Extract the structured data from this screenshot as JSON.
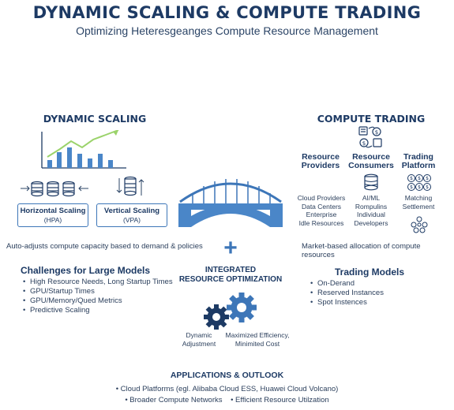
{
  "header": {
    "title": "DYNAMIC SCALING & COMPUTE TRADING",
    "subtitle": "Optimizing Heteresgeanges Compute Resource Management"
  },
  "dynamic_scaling": {
    "heading": "DYNAMIC SCALING",
    "hpa_title": "Horizontal Scaling",
    "hpa_abbr": "(HPA)",
    "vpa_title": "Vertical Scaling",
    "vpa_abbr": "(VPA)",
    "description": "Auto-adjusts compute capacity based to demand & policies"
  },
  "compute_trading": {
    "heading": "COMPUTE TRADING",
    "providers_h1": "Resource",
    "providers_h2": "Providers",
    "providers_l1": "Cloud Providers",
    "providers_l2": "Data Centers",
    "providers_l3": "Enterprise",
    "providers_l4": "Idle Resources",
    "consumers_h1": "Resource",
    "consumers_h2": "Consumers",
    "consumers_l1": "AI/ML",
    "consumers_l2": "Rompulins",
    "consumers_l3": "Individual",
    "consumers_l4": "Developers",
    "platform_h1": "Trading",
    "platform_h2": "Platform",
    "platform_l1": "Matching",
    "platform_l2": "Settlement",
    "description": "Market-based allocation of compute resources"
  },
  "challenges": {
    "heading": "Challenges for Large Models",
    "items": [
      "High Resource Needs, Long Startup Times",
      "GPU/Startup Times",
      "GPU/Memory/Qued Metrics",
      "Predictive Scaling"
    ]
  },
  "integrated": {
    "plus": "+",
    "line1": "INTEGRATED",
    "line2": "RESOURCE OPTIMIZATION",
    "gear_left_1": "Dynamic",
    "gear_left_2": "Adjustment",
    "gear_right_1": "Maximized Efficiency,",
    "gear_right_2": "Minimited Cost"
  },
  "trading_models": {
    "heading": "Trading Models",
    "items": [
      "On-Derand",
      "Reserved Instances",
      "Spot Instences"
    ]
  },
  "applications": {
    "heading": "APPLICATIONS & OUTLOOK",
    "line1": "• Cloud Platforms (egl. Alibaba Cloud ESS, Huawei Cloud Volcano)",
    "line2": "• Broader Compute Networks    • Efficient Resource Utilzation"
  },
  "colors": {
    "navy": "#1d3a64",
    "blue": "#3d76b8",
    "bar_blue": "#4a86c8",
    "green": "#9bd36b"
  },
  "icons": [
    "bar-chart-icon",
    "server-stack-icon",
    "arrow-icon",
    "bridge-icon",
    "exchange-icon",
    "database-icon",
    "coins-icon",
    "network-icon",
    "gear-icon"
  ]
}
